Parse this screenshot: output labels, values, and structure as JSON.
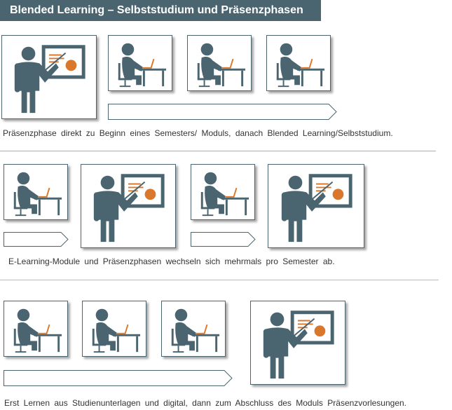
{
  "title": "Blended Learning – Selbststudium und Präsenzphasen",
  "colors": {
    "primary": "#4a6570",
    "accent": "#d9782d",
    "divider_orange": "#d9a070",
    "divider_grey": "#bbbbbb"
  },
  "rows": [
    {
      "caption": "Präsenzphase direkt zu Beginn eines Semesters/ Moduls, danach Blended Learning/Selbststudium."
    },
    {
      "caption": "E-Learning-Module und Präsenzphasen wechseln sich mehrmals pro Semester ab."
    },
    {
      "caption": "Erst Lernen aus Studienunterlagen und digital, dann zum Abschluss des Moduls Präsenzvorlesungen."
    }
  ],
  "icons": {
    "teacher": "teacher-presentation-icon",
    "student": "student-laptop-icon",
    "arrow": "timeline-arrow-icon"
  }
}
